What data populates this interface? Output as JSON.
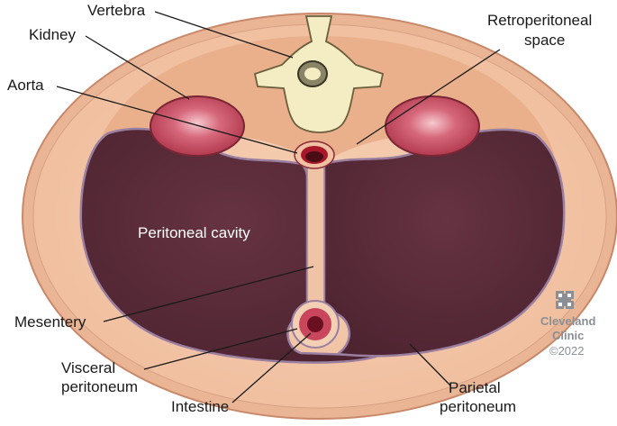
{
  "labels": {
    "vertebra": "Vertebra",
    "kidney": "Kidney",
    "aorta": "Aorta",
    "retroperitoneal_1": "Retroperitoneal",
    "retroperitoneal_2": "space",
    "peritoneal_cavity": "Peritoneal cavity",
    "mesentery": "Mesentery",
    "visceral_1": "Visceral",
    "visceral_2": "peritoneum",
    "intestine": "Intestine",
    "parietal_1": "Parietal",
    "parietal_2": "peritoneum"
  },
  "logo": {
    "line1": "Cleveland",
    "line2": "Clinic",
    "copyright": "©2022",
    "icon": "cleveland-clinic-cross-icon"
  },
  "colors": {
    "skin_outer": "#f3c7a8",
    "skin_border": "#cf8e70",
    "retro_tissue": "#eab38f",
    "cavity": "#5a2a37",
    "cavity_border": "#9a7fa0",
    "vertebra": "#f4ecc2",
    "kidney": "#c2495a",
    "aorta": "#a8182a"
  }
}
